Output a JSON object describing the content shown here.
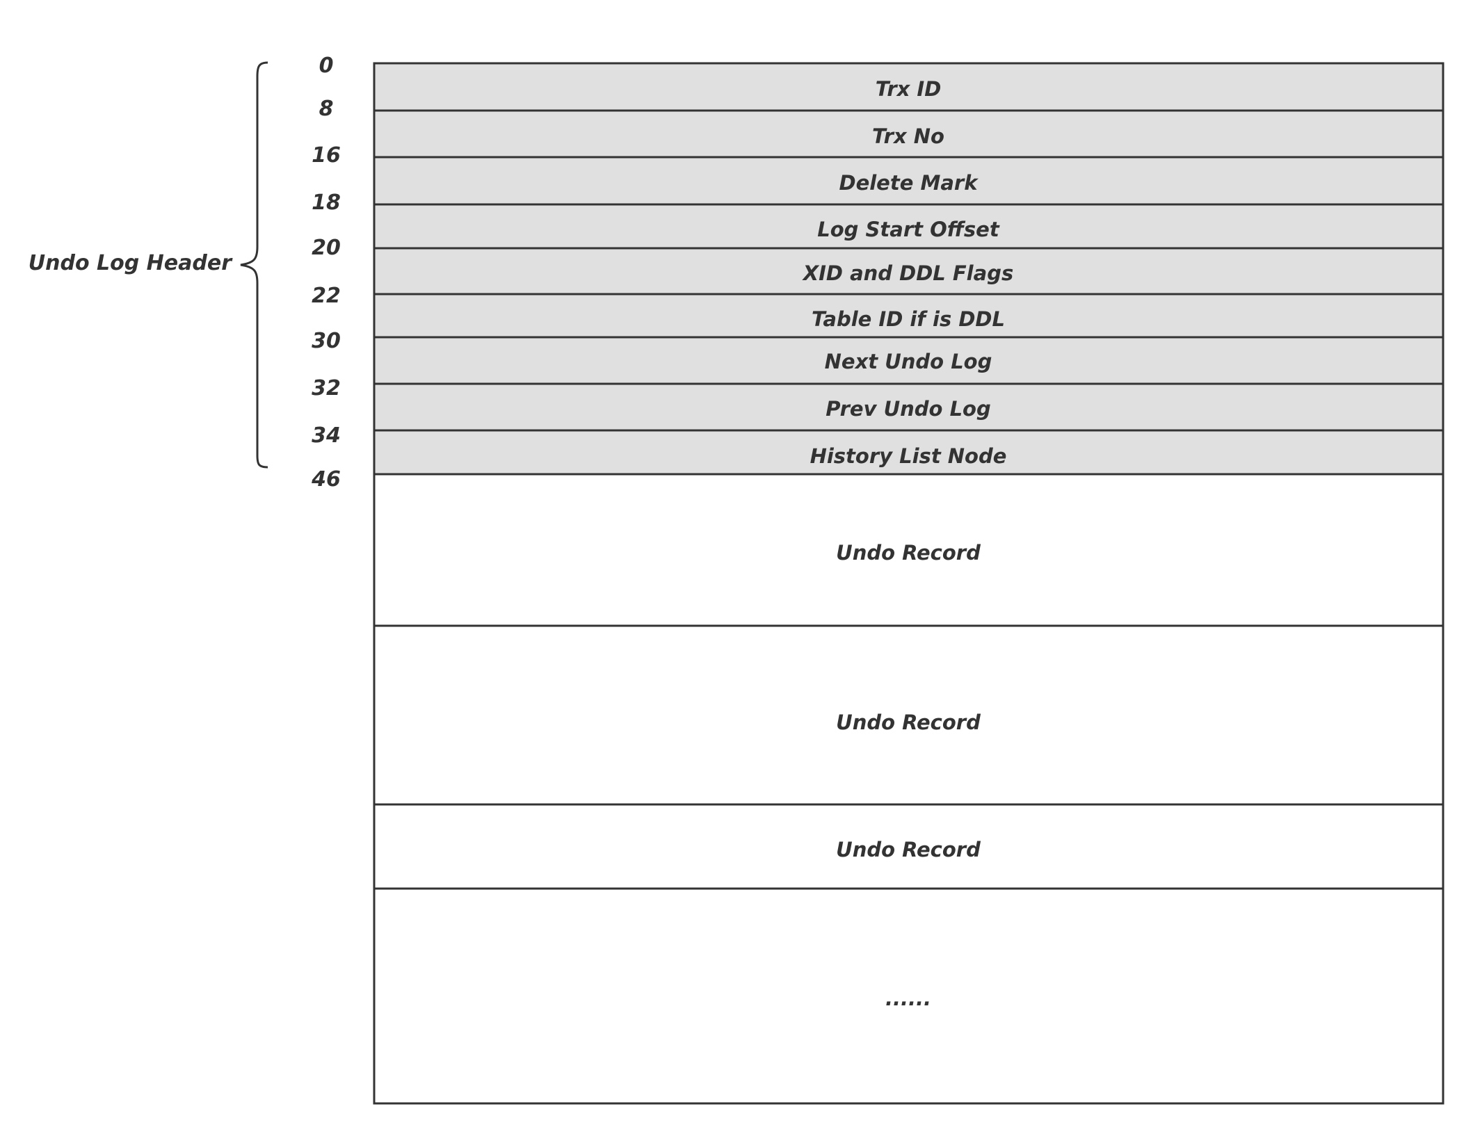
{
  "brace_label": "Undo Log Header",
  "offsets": [
    "0",
    "8",
    "16",
    "18",
    "20",
    "22",
    "30",
    "32",
    "34",
    "46"
  ],
  "header_fields": [
    "Trx ID",
    "Trx No",
    "Delete Mark",
    "Log Start Offset",
    "XID and DDL Flags",
    "Table ID if is DDL",
    "Next Undo Log",
    "Prev Undo Log",
    "History List Node"
  ],
  "records": [
    "Undo Record",
    "Undo Record",
    "Undo Record",
    "......"
  ],
  "colors": {
    "header_fill": "#e0e0e0",
    "record_fill": "#ffffff",
    "stroke": "#333333",
    "text": "#333333"
  }
}
